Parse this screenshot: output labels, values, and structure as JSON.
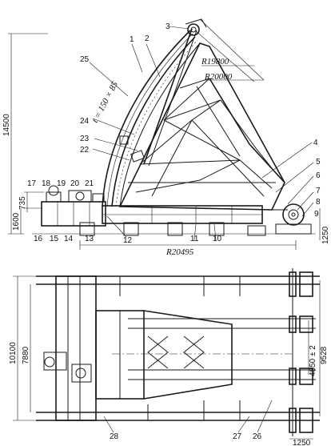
{
  "callouts": [
    "1",
    "2",
    "3",
    "4",
    "5",
    "6",
    "7",
    "8",
    "9",
    "10",
    "11",
    "12",
    "13",
    "14",
    "15",
    "16",
    "17",
    "18",
    "19",
    "20",
    "21",
    "22",
    "23",
    "24",
    "25",
    "26",
    "27",
    "28"
  ],
  "dimensions": {
    "r19800": "R19800",
    "r20000": "R20000",
    "h14500": "14500",
    "h1600": "1600",
    "h735": "735",
    "h1250_side": "1250",
    "r20495": "R20495",
    "w10100": "10100",
    "w7880": "7880",
    "w4850": "4850 ± 2",
    "w9528": "9528",
    "w1250_plan": "1250",
    "rail": "t = 150 × 85"
  }
}
